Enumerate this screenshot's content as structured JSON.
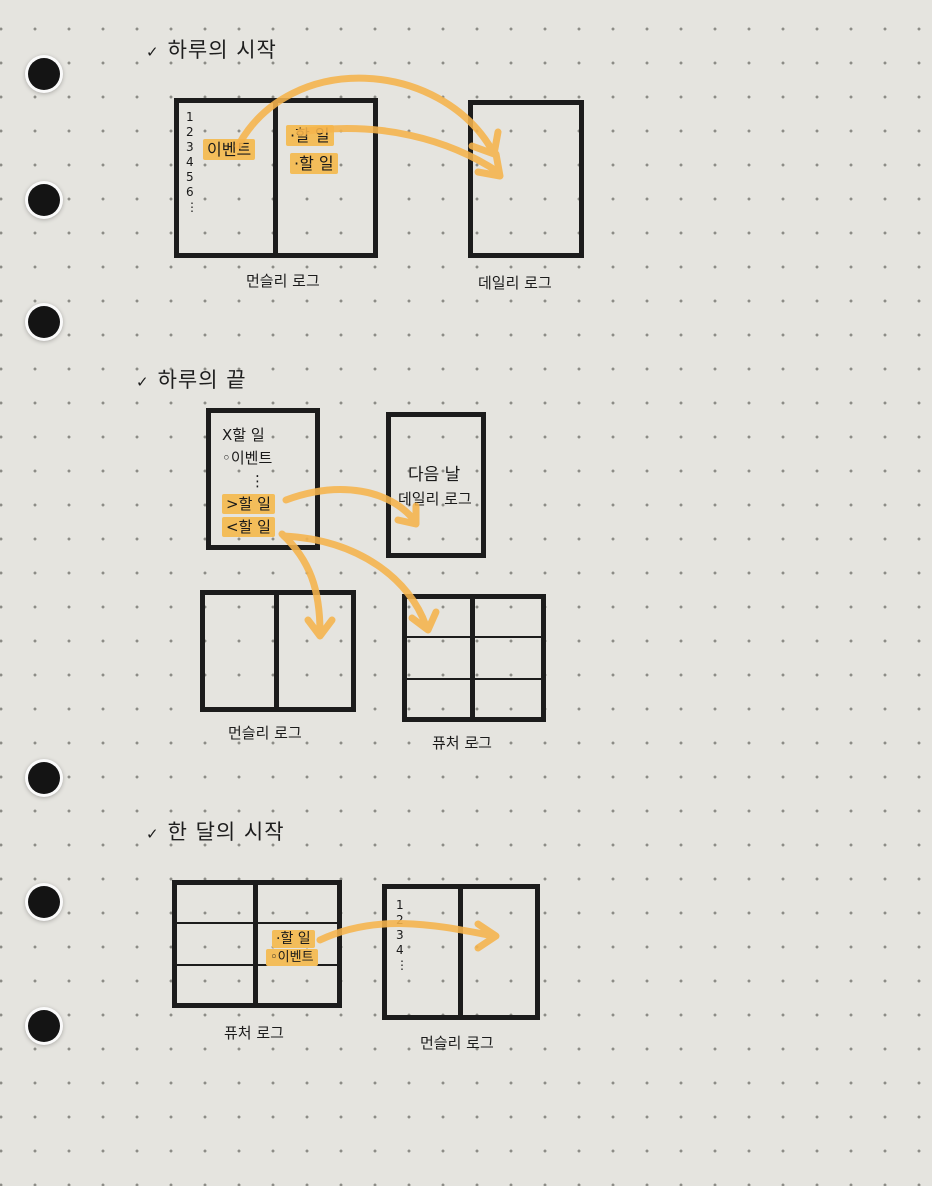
{
  "section1": {
    "check": "✓",
    "title": "하루의 시작",
    "monthly": {
      "caption": "먼슬리 로그",
      "day_numbers": [
        "1",
        "2",
        "3",
        "4",
        "5",
        "6",
        "⋮"
      ],
      "event": "이벤트",
      "tasks": [
        "·할 일",
        "·할 일"
      ]
    },
    "daily": {
      "caption": "데일리 로그"
    }
  },
  "section2": {
    "check": "✓",
    "title": "하루의 끝",
    "daily": {
      "items": [
        "X할 일",
        "◦이벤트",
        "⋮",
        ">할 일",
        "<할 일"
      ]
    },
    "next_daily": {
      "label_top": "다음 날",
      "label_bottom": "데일리 로그"
    },
    "monthly": {
      "caption": "먼슬리 로그"
    },
    "future": {
      "caption": "퓨처 로그"
    }
  },
  "section3": {
    "check": "✓",
    "title": "한 달의 시작",
    "future": {
      "caption": "퓨처 로그",
      "task": "·할 일",
      "event": "◦이벤트"
    },
    "monthly": {
      "caption": "먼슬리 로그",
      "day_numbers": [
        "1",
        "2",
        "3",
        "4",
        "⋮"
      ]
    }
  },
  "colors": {
    "highlight": "#f3bd5a",
    "arrow": "#f6b44c",
    "ink": "#1c1c1c",
    "paper": "#e5e4df"
  }
}
